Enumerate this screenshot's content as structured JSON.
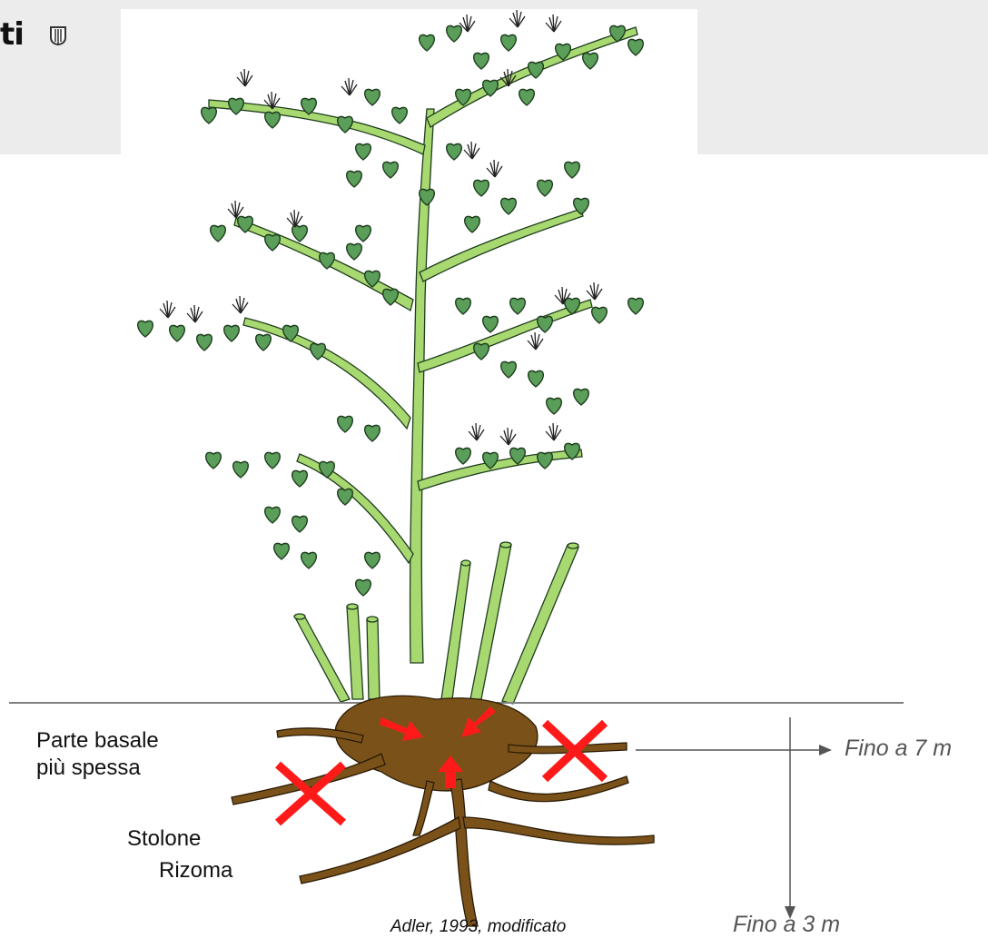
{
  "logo": {
    "text": "ti",
    "icon": "shield-icon"
  },
  "labels": {
    "basal_line1": "Parte basale",
    "basal_line2": "più spessa",
    "stolon": "Stolone",
    "rhizome": "Rizoma"
  },
  "dimensions": {
    "horizontal": "Fino a 7 m",
    "vertical": "Fino a 3 m"
  },
  "credit": "Adler, 1993, modificato",
  "colors": {
    "leaf": "#5a9e5a",
    "stem": "#a8d870",
    "root": "#7a5219",
    "cross": "#ff1a1a",
    "ground_line": "#808080"
  }
}
